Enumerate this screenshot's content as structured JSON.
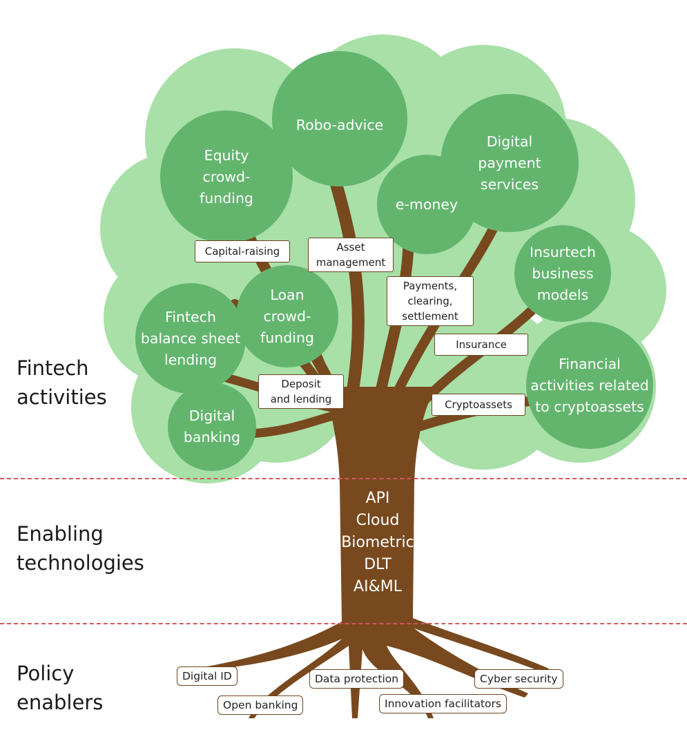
{
  "colors": {
    "canopy_light": "#a8e0a8",
    "circle": "#63b56e",
    "trunk": "#78491e",
    "divider": "#d2575d"
  },
  "sections": {
    "fintech_activities": [
      "Fintech",
      "activities"
    ],
    "enabling_technologies": [
      "Enabling",
      "technologies"
    ],
    "policy_enablers": [
      "Policy",
      "enablers"
    ]
  },
  "activities": {
    "equity_crowdfunding": "Equity\ncrowd-\nfunding",
    "robo_advice": "Robo-advice",
    "digital_payment_services": "Digital\npayment\nservices",
    "e_money": "e-money",
    "insurtech_business_models": "Insurtech\nbusiness\nmodels",
    "loan_crowdfunding": "Loan\ncrowd-\nfunding",
    "fintech_balance_sheet_lending": "Fintech\nbalance sheet\nlending",
    "digital_banking": "Digital\nbanking",
    "financial_activities_cryptoassets": "Financial\nactivities related\nto cryptoassets"
  },
  "branch_labels": {
    "capital_raising": "Capital-raising",
    "asset_management": "Asset\nmanagement",
    "payments_clearing_settlement": "Payments,\nclearing,\nsettlement",
    "insurance": "Insurance",
    "deposit_and_lending": "Deposit\nand lending",
    "cryptoassets": "Cryptoassets"
  },
  "technologies": [
    "API",
    "Cloud",
    "Biometric",
    "DLT",
    "AI&ML"
  ],
  "policy_enablers": {
    "digital_id": "Digital ID",
    "open_banking": "Open banking",
    "data_protection": "Data protection",
    "innovation_facilitators": "Innovation facilitators",
    "cyber_security": "Cyber security"
  }
}
